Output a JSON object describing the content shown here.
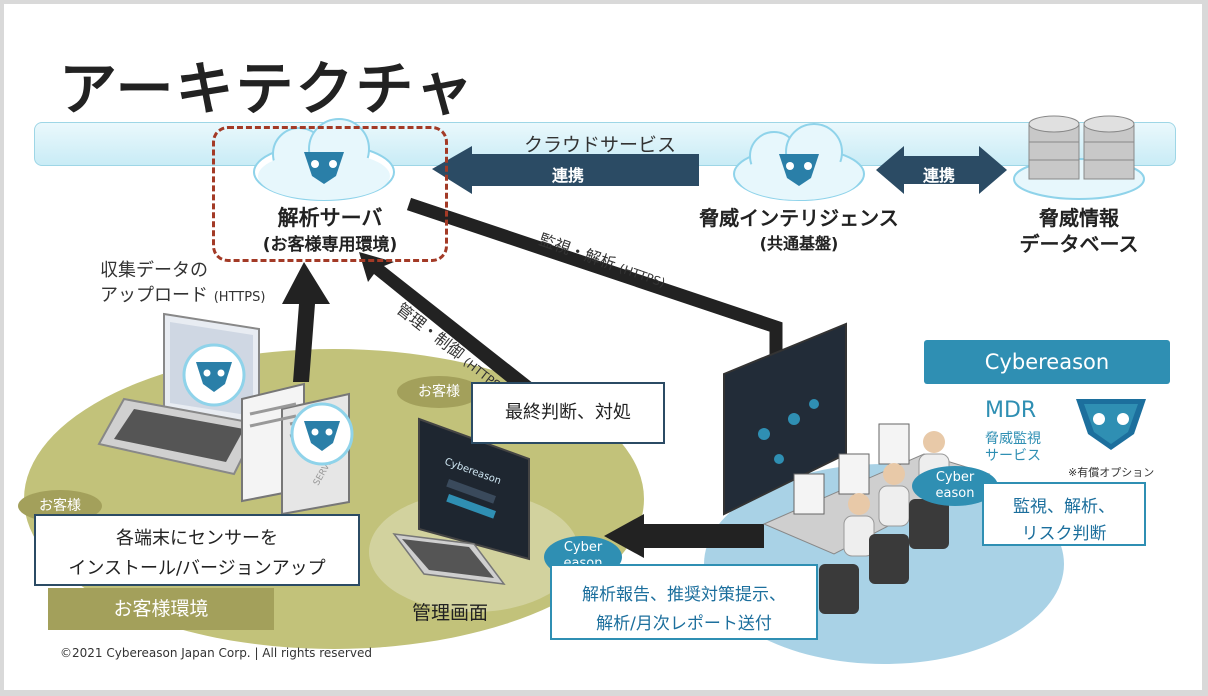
{
  "title": "アーキテクチャ",
  "cloud_bar": {
    "label": "クラウドサービス"
  },
  "analysis_server": {
    "title": "解析サーバ",
    "subtitle": "(お客様専用環境)"
  },
  "threat_intel": {
    "title": "脅威インテリジェンス",
    "subtitle": "(共通基盤)"
  },
  "threat_db": {
    "line1": "脅威情報",
    "line2": "データベース"
  },
  "arrows": {
    "link1": "連携",
    "link2": "連携",
    "upload_line1": "収集データの",
    "upload_line2": "アップロード",
    "upload_proto": "(HTTPS)",
    "manage": "管理・制御",
    "manage_proto": "(HTTPS)",
    "monitor": "監視・解析",
    "monitor_proto": "(HTTPS)"
  },
  "customer_pill_top": "お客様",
  "final_box": "最終判断、対処",
  "customer_pill_left": "お客様",
  "install_box": {
    "line1": "各端末にセンサーを",
    "line2": "インストール/バージョンアップ"
  },
  "customer_env": "お客様環境",
  "mgmt_screen": "管理画面",
  "cyber_pill_bottom": {
    "line1": "Cyber",
    "line2": "eason"
  },
  "report_box": {
    "line1": "解析報告、推奨対策提示、",
    "line2": "解析/月次レポート送付"
  },
  "cybereason_header": "Cybereason",
  "mdr": {
    "title": "MDR",
    "line1": "脅威監視",
    "line2": "サービス",
    "note": "※有償オプション"
  },
  "cyber_pill_right": {
    "line1": "Cyber",
    "line2": "eason"
  },
  "soc_box": {
    "line1": "監視、解析、",
    "line2": "リスク判断"
  },
  "monitor_screen_text": "Cybereason",
  "server_text": "SERVER",
  "footer": "©2021 Cybereason Japan Corp. | All rights reserved",
  "colors": {
    "dark_arrow": "#2b4b64",
    "olive": "#a3a05b",
    "teal": "#2f8fb3",
    "dashed": "#a33a26"
  }
}
